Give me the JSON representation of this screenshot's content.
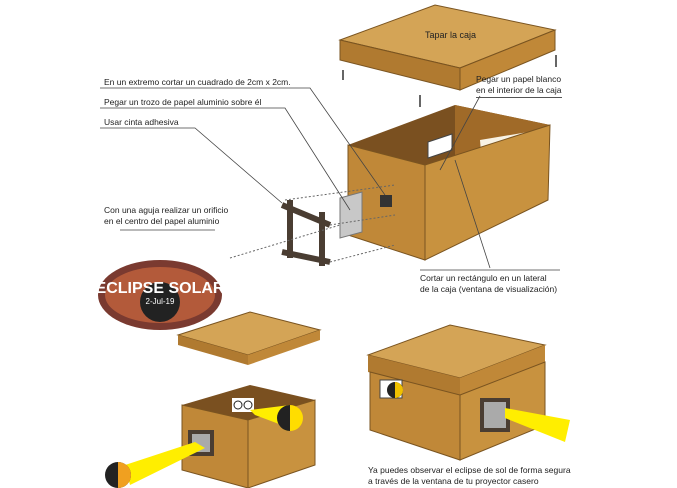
{
  "labels": {
    "lid": "Tapar la caja",
    "white_paper_1": "Pegar un papel blanco",
    "white_paper_2": "en el interior de la caja",
    "cut_square": "En un extremo cortar un cuadrado de 2cm x 2cm.",
    "foil": "Pegar un trozo de papel aluminio sobre él",
    "tape": "Usar cinta adhesiva",
    "needle_1": "Con una aguja realizar un orificio",
    "needle_2": "en el centro del papel aluminio",
    "window_1": "Cortar un rectángulo en un lateral",
    "window_2": "de la caja (ventana de visualización)",
    "final_1": "Ya puedes observar el eclipse de sol de forma segura",
    "final_2": "a través de la ventana de tu proyector casero"
  },
  "logo": {
    "title": "ECLIPSE SOLAR",
    "date": "2-Jul-19"
  },
  "colors": {
    "cardboard": "#c8923f",
    "cardboard_dark": "#a8722a",
    "lid_top": "#d4a456",
    "frame": "#4a3d32",
    "beam": "#ffee00"
  }
}
